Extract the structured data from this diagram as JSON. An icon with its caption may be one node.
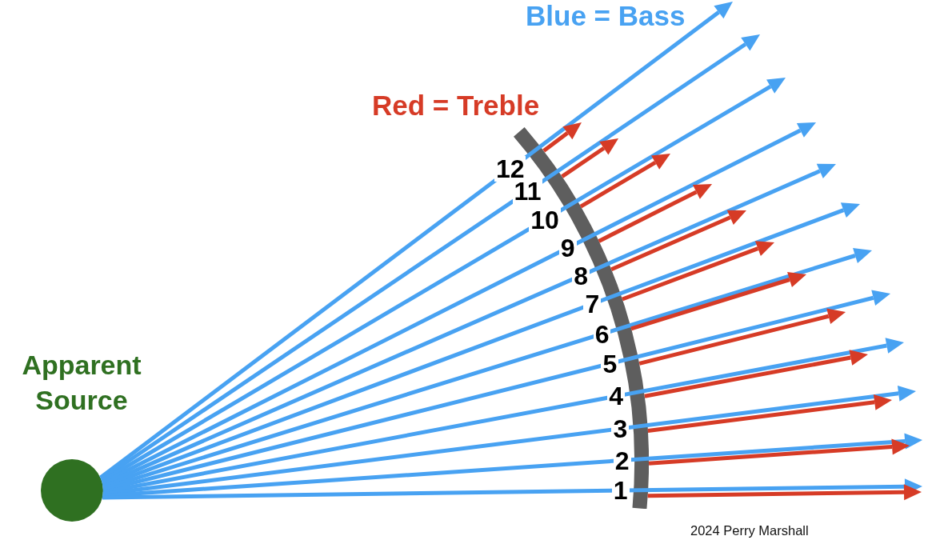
{
  "diagram": {
    "nodes": [
      {
        "text": [],
        "shape": "circle",
        "beside": [
          "Apparent Source"
        ]
      },
      {
        "text": [],
        "shape": "arc"
      }
    ],
    "edges": [
      {
        "from": 0,
        "to": null,
        "arrow": "to",
        "label": "12",
        "color": "#48a2f2"
      },
      {
        "from": 0,
        "to": null,
        "arrow": "to",
        "label": "11",
        "color": "#48a2f2"
      },
      {
        "from": 0,
        "to": null,
        "arrow": "to",
        "label": "10",
        "color": "#48a2f2"
      },
      {
        "from": 0,
        "to": null,
        "arrow": "to",
        "label": "9",
        "color": "#48a2f2"
      },
      {
        "from": 0,
        "to": null,
        "arrow": "to",
        "label": "8",
        "color": "#48a2f2"
      },
      {
        "from": 0,
        "to": null,
        "arrow": "to",
        "label": "7",
        "color": "#48a2f2"
      },
      {
        "from": 0,
        "to": null,
        "arrow": "to",
        "label": "6",
        "color": "#48a2f2"
      },
      {
        "from": 0,
        "to": null,
        "arrow": "to",
        "label": "5",
        "color": "#48a2f2"
      },
      {
        "from": 0,
        "to": null,
        "arrow": "to",
        "label": "4",
        "color": "#48a2f2"
      },
      {
        "from": 0,
        "to": null,
        "arrow": "to",
        "label": "3",
        "color": "#48a2f2"
      },
      {
        "from": 0,
        "to": null,
        "arrow": "to",
        "label": "2",
        "color": "#48a2f2"
      },
      {
        "from": 0,
        "to": null,
        "arrow": "to",
        "label": "1",
        "color": "#48a2f2"
      },
      {
        "from": 1,
        "to": null,
        "arrow": "to",
        "color": "#d63b26"
      },
      {
        "from": 1,
        "to": null,
        "arrow": "to",
        "color": "#d63b26"
      },
      {
        "from": 1,
        "to": null,
        "arrow": "to",
        "color": "#d63b26"
      },
      {
        "from": 1,
        "to": null,
        "arrow": "to",
        "color": "#d63b26"
      },
      {
        "from": 1,
        "to": null,
        "arrow": "to",
        "color": "#d63b26"
      },
      {
        "from": 1,
        "to": null,
        "arrow": "to",
        "color": "#d63b26"
      },
      {
        "from": 1,
        "to": null,
        "arrow": "to",
        "color": "#d63b26"
      },
      {
        "from": 1,
        "to": null,
        "arrow": "to",
        "color": "#d63b26"
      },
      {
        "from": 1,
        "to": null,
        "arrow": "to",
        "color": "#d63b26"
      },
      {
        "from": 1,
        "to": null,
        "arrow": "to",
        "color": "#d63b26"
      },
      {
        "from": 1,
        "to": null,
        "arrow": "to",
        "color": "#d63b26"
      },
      {
        "from": 1,
        "to": null,
        "arrow": "to",
        "color": "#d63b26"
      }
    ],
    "labels": [
      "Blue = Bass",
      "Red = Treble",
      "2024 Perry Marshall"
    ]
  }
}
